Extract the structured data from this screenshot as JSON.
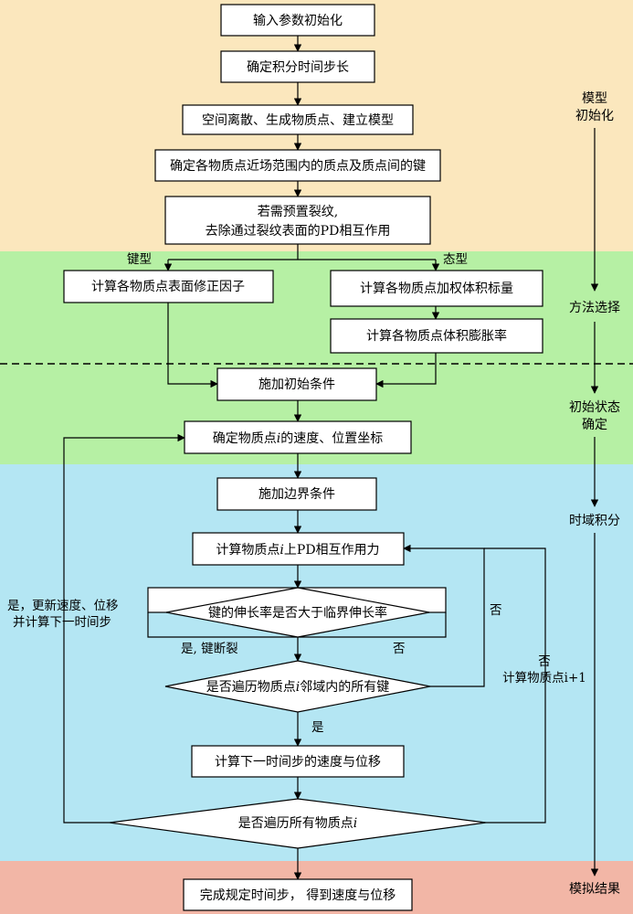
{
  "colors": {
    "band_init": "#fbe7bd",
    "band_method": "#b6f0a4",
    "band_time": "#b4e6f3",
    "band_result": "#f2b6a6"
  },
  "nodes": {
    "input_init": "输入参数初始化",
    "time_step": "确定积分时间步长",
    "discretize": "空间离散、生成物质点、建立模型",
    "neighbors": "确定各物质点近场范围内的质点及质点间的键",
    "precrack_line1": "若需预置裂纹,",
    "precrack_line2": "去除通过裂纹表面的PD相互作用",
    "surface_factor": "计算各物质点表面修正因子",
    "weighted_volume": "计算各物质点加权体积标量",
    "dilatation": "计算各物质点体积膨胀率",
    "initial_conditions": "施加初始条件",
    "velocity_position_pre": "确定物质点",
    "velocity_position_var": "i",
    "velocity_position_post": "的速度、位置坐标",
    "boundary_conditions": "施加边界条件",
    "pd_force_pre": "计算物质点",
    "pd_force_var": "i",
    "pd_force_post": "上PD相互作用力",
    "stretch_check": "键的伸长率是否大于临界伸长率",
    "traverse_bonds_pre": "是否遍历物质点",
    "traverse_bonds_var": "i",
    "traverse_bonds_post": "邻域内的所有键",
    "next_step": "计算下一时间步的速度与位移",
    "traverse_points_pre": "是否遍历所有物质点",
    "traverse_points_var": "i",
    "finish": "完成规定时间步， 得到速度与位移"
  },
  "edge_labels": {
    "bond_based": "键型",
    "state_based": "态型",
    "yes_bond_break": "是, 键断裂",
    "no_stretch": "否",
    "no_traverse_bonds": "否",
    "yes_traverse_bonds": "是",
    "no_next_point_line1": "否",
    "no_next_point_line2": "计算物质点i+1",
    "yes_update_line1": "是，更新速度、位移",
    "yes_update_line2": "并计算下一时间步"
  },
  "phases": {
    "model_init_line1": "模型",
    "model_init_line2": "初始化",
    "method_select": "方法选择",
    "initial_state_line1": "初始状态",
    "initial_state_line2": "确定",
    "time_integration": "时域积分",
    "results": "模拟结果"
  }
}
